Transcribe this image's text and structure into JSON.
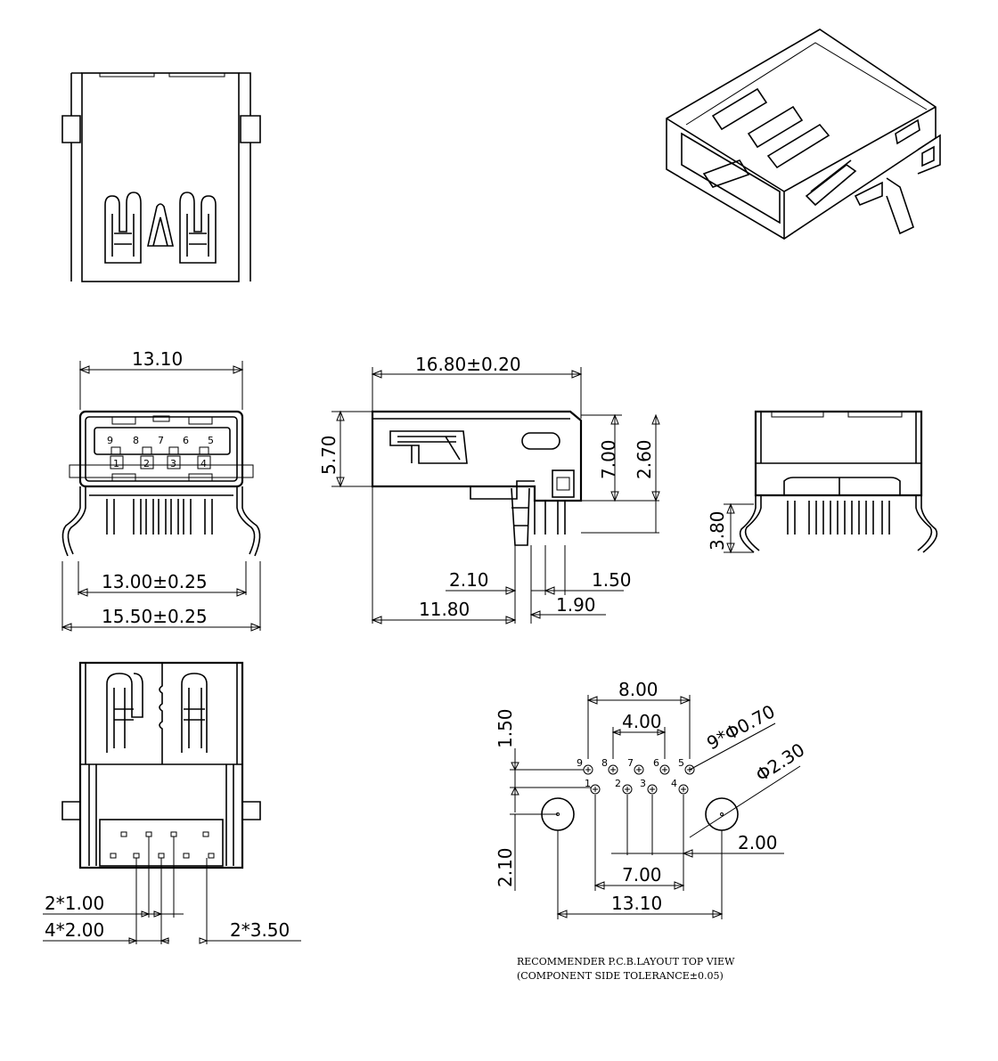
{
  "views": {
    "front_top": "",
    "iso": "",
    "front": "",
    "side": "",
    "rear": "",
    "bottom": "",
    "pcb": ""
  },
  "pins": {
    "upper_row": [
      "9",
      "8",
      "7",
      "6",
      "5"
    ],
    "lower_row": [
      "1",
      "2",
      "3",
      "4"
    ]
  },
  "pcb_pins": {
    "row1": [
      "9",
      "8",
      "7",
      "6",
      "5"
    ],
    "row2": [
      "1",
      "2",
      "3",
      "4"
    ]
  },
  "dimensions": {
    "front_width": "13.10",
    "leg_span": "13.00±0.25",
    "overall_width": "15.50±0.25",
    "side_length": "16.80±0.20",
    "side_height": "5.70",
    "side_total_height": "7.00",
    "side_upper": "2.60",
    "pin_offset": "2.10",
    "pin_pitch": "1.50",
    "pin_depth": "11.80",
    "pin_gap": "1.90",
    "rear_leg": "3.80",
    "bottom_pitch_small": "2*1.00",
    "bottom_pitch": "4*2.00",
    "bottom_outer": "2*3.50",
    "pcb_row_span": "8.00",
    "pcb_inner_span": "4.00",
    "pcb_row_gap": "1.50",
    "pcb_hole": "9*Φ0.70",
    "pcb_boss": "Φ2.30",
    "pcb_offset": "2.00",
    "pcb_lower_span": "7.00",
    "pcb_total": "13.10",
    "pcb_height": "2.10"
  },
  "notes": {
    "line1": "RECOMMENDER P.C.B.LAYOUT TOP VIEW",
    "line2": "(COMPONENT SIDE TOLERANCE±0.05)"
  }
}
